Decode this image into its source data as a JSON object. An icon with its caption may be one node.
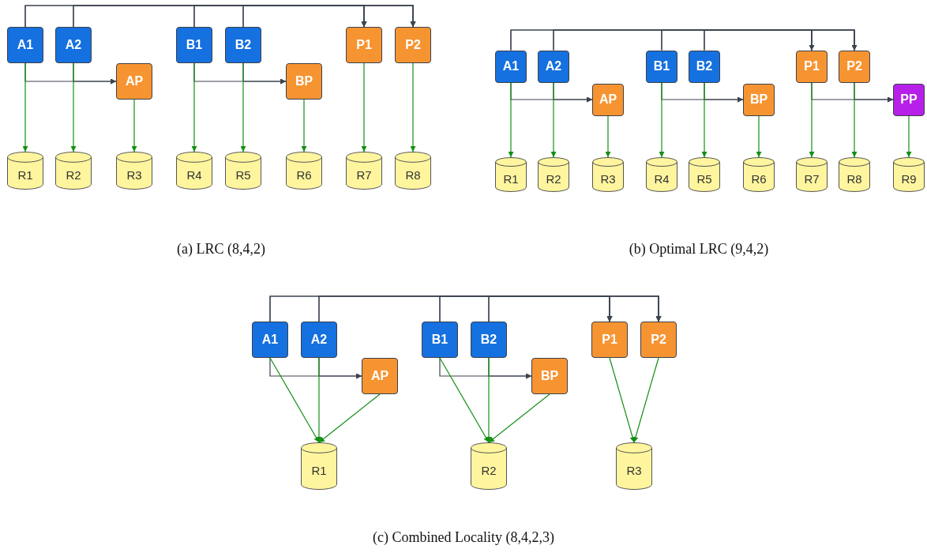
{
  "diagram": {
    "nodes": [
      {
        "text": [
          "A1"
        ]
      },
      {
        "text": [
          "A2"
        ]
      },
      {
        "text": [
          "AP"
        ]
      },
      {
        "text": [
          "B1"
        ]
      },
      {
        "text": [
          "B2"
        ]
      },
      {
        "text": [
          "BP"
        ]
      },
      {
        "text": [
          "P1"
        ]
      },
      {
        "text": [
          "P2"
        ]
      },
      {
        "text": [
          "R1"
        ]
      },
      {
        "text": [
          "R2"
        ]
      },
      {
        "text": [
          "R3"
        ]
      },
      {
        "text": [
          "R4"
        ]
      },
      {
        "text": [
          "R5"
        ]
      },
      {
        "text": [
          "R6"
        ]
      },
      {
        "text": [
          "R7"
        ]
      },
      {
        "text": [
          "R8"
        ]
      },
      {
        "text": [
          "A1"
        ]
      },
      {
        "text": [
          "A2"
        ]
      },
      {
        "text": [
          "AP"
        ]
      },
      {
        "text": [
          "B1"
        ]
      },
      {
        "text": [
          "B2"
        ]
      },
      {
        "text": [
          "BP"
        ]
      },
      {
        "text": [
          "P1"
        ]
      },
      {
        "text": [
          "P2"
        ]
      },
      {
        "text": [
          "PP"
        ]
      },
      {
        "text": [
          "R1"
        ]
      },
      {
        "text": [
          "R2"
        ]
      },
      {
        "text": [
          "R3"
        ]
      },
      {
        "text": [
          "R4"
        ]
      },
      {
        "text": [
          "R5"
        ]
      },
      {
        "text": [
          "R6"
        ]
      },
      {
        "text": [
          "R7"
        ]
      },
      {
        "text": [
          "R8"
        ]
      },
      {
        "text": [
          "R9"
        ]
      },
      {
        "text": [
          "A1"
        ]
      },
      {
        "text": [
          "A2"
        ]
      },
      {
        "text": [
          "AP"
        ]
      },
      {
        "text": [
          "B1"
        ]
      },
      {
        "text": [
          "B2"
        ]
      },
      {
        "text": [
          "BP"
        ]
      },
      {
        "text": [
          "P1"
        ]
      },
      {
        "text": [
          "P2"
        ]
      },
      {
        "text": [
          "R1"
        ]
      },
      {
        "text": [
          "R2"
        ]
      },
      {
        "text": [
          "R3"
        ]
      }
    ],
    "edges": [
      {
        "from": 0,
        "to": 6,
        "arrow": "to"
      },
      {
        "from": 0,
        "to": 7,
        "arrow": "to"
      },
      {
        "from": 1,
        "to": 6,
        "arrow": "to"
      },
      {
        "from": 1,
        "to": 7,
        "arrow": "to"
      },
      {
        "from": 3,
        "to": 6,
        "arrow": "to"
      },
      {
        "from": 3,
        "to": 7,
        "arrow": "to"
      },
      {
        "from": 4,
        "to": 6,
        "arrow": "to"
      },
      {
        "from": 4,
        "to": 7,
        "arrow": "to"
      },
      {
        "from": 0,
        "to": 2,
        "arrow": "to"
      },
      {
        "from": 1,
        "to": 2,
        "arrow": "to"
      },
      {
        "from": 3,
        "to": 5,
        "arrow": "to"
      },
      {
        "from": 4,
        "to": 5,
        "arrow": "to"
      },
      {
        "from": 0,
        "to": 8,
        "arrow": "to",
        "color": "#138f13"
      },
      {
        "from": 1,
        "to": 9,
        "arrow": "to",
        "color": "#138f13"
      },
      {
        "from": 2,
        "to": 10,
        "arrow": "to",
        "color": "#138f13"
      },
      {
        "from": 3,
        "to": 11,
        "arrow": "to",
        "color": "#138f13"
      },
      {
        "from": 4,
        "to": 12,
        "arrow": "to",
        "color": "#138f13"
      },
      {
        "from": 5,
        "to": 13,
        "arrow": "to",
        "color": "#138f13"
      },
      {
        "from": 6,
        "to": 14,
        "arrow": "to",
        "color": "#138f13"
      },
      {
        "from": 7,
        "to": 15,
        "arrow": "to",
        "color": "#138f13"
      },
      {
        "from": 16,
        "to": 22,
        "arrow": "to"
      },
      {
        "from": 16,
        "to": 23,
        "arrow": "to"
      },
      {
        "from": 17,
        "to": 22,
        "arrow": "to"
      },
      {
        "from": 17,
        "to": 23,
        "arrow": "to"
      },
      {
        "from": 19,
        "to": 22,
        "arrow": "to"
      },
      {
        "from": 19,
        "to": 23,
        "arrow": "to"
      },
      {
        "from": 20,
        "to": 22,
        "arrow": "to"
      },
      {
        "from": 20,
        "to": 23,
        "arrow": "to"
      },
      {
        "from": 16,
        "to": 18,
        "arrow": "to"
      },
      {
        "from": 17,
        "to": 18,
        "arrow": "to"
      },
      {
        "from": 19,
        "to": 21,
        "arrow": "to"
      },
      {
        "from": 20,
        "to": 21,
        "arrow": "to"
      },
      {
        "from": 22,
        "to": 24,
        "arrow": "to"
      },
      {
        "from": 23,
        "to": 24,
        "arrow": "to"
      },
      {
        "from": 16,
        "to": 25,
        "arrow": "to",
        "color": "#138f13"
      },
      {
        "from": 17,
        "to": 26,
        "arrow": "to",
        "color": "#138f13"
      },
      {
        "from": 18,
        "to": 27,
        "arrow": "to",
        "color": "#138f13"
      },
      {
        "from": 19,
        "to": 28,
        "arrow": "to",
        "color": "#138f13"
      },
      {
        "from": 20,
        "to": 29,
        "arrow": "to",
        "color": "#138f13"
      },
      {
        "from": 21,
        "to": 30,
        "arrow": "to",
        "color": "#138f13"
      },
      {
        "from": 22,
        "to": 31,
        "arrow": "to",
        "color": "#138f13"
      },
      {
        "from": 23,
        "to": 32,
        "arrow": "to",
        "color": "#138f13"
      },
      {
        "from": 24,
        "to": 33,
        "arrow": "to",
        "color": "#138f13"
      },
      {
        "from": 34,
        "to": 40,
        "arrow": "to"
      },
      {
        "from": 34,
        "to": 41,
        "arrow": "to"
      },
      {
        "from": 35,
        "to": 40,
        "arrow": "to"
      },
      {
        "from": 35,
        "to": 41,
        "arrow": "to"
      },
      {
        "from": 37,
        "to": 40,
        "arrow": "to"
      },
      {
        "from": 37,
        "to": 41,
        "arrow": "to"
      },
      {
        "from": 38,
        "to": 40,
        "arrow": "to"
      },
      {
        "from": 38,
        "to": 41,
        "arrow": "to"
      },
      {
        "from": 34,
        "to": 36,
        "arrow": "to"
      },
      {
        "from": 35,
        "to": 36,
        "arrow": "to"
      },
      {
        "from": 37,
        "to": 39,
        "arrow": "to"
      },
      {
        "from": 38,
        "to": 39,
        "arrow": "to"
      },
      {
        "from": 34,
        "to": 42,
        "arrow": "to",
        "color": "#138f13"
      },
      {
        "from": 35,
        "to": 42,
        "arrow": "to",
        "color": "#138f13"
      },
      {
        "from": 36,
        "to": 42,
        "arrow": "to",
        "color": "#138f13"
      },
      {
        "from": 37,
        "to": 43,
        "arrow": "to",
        "color": "#138f13"
      },
      {
        "from": 38,
        "to": 43,
        "arrow": "to",
        "color": "#138f13"
      },
      {
        "from": 39,
        "to": 43,
        "arrow": "to",
        "color": "#138f13"
      },
      {
        "from": 40,
        "to": 44,
        "arrow": "to",
        "color": "#138f13"
      },
      {
        "from": 41,
        "to": 44,
        "arrow": "to",
        "color": "#138f13"
      }
    ],
    "labels": [
      "(a)  LRC (8,4,2)",
      "(b)  Optimal LRC (9,4,2)",
      "(c)  Combined Locality (8,4,2,3)"
    ]
  }
}
